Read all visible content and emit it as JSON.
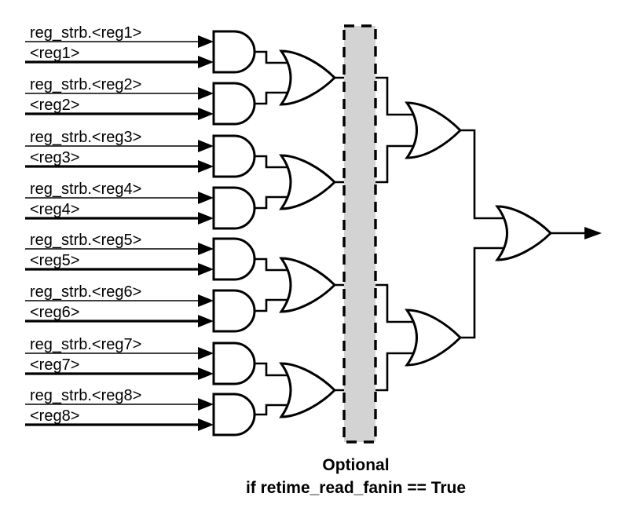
{
  "diagram": {
    "inputs": [
      {
        "strobe_label": "reg_strb.<reg1>",
        "value_label": "<reg1>"
      },
      {
        "strobe_label": "reg_strb.<reg2>",
        "value_label": "<reg2>"
      },
      {
        "strobe_label": "reg_strb.<reg3>",
        "value_label": "<reg3>"
      },
      {
        "strobe_label": "reg_strb.<reg4>",
        "value_label": "<reg4>"
      },
      {
        "strobe_label": "reg_strb.<reg5>",
        "value_label": "<reg5>"
      },
      {
        "strobe_label": "reg_strb.<reg6>",
        "value_label": "<reg6>"
      },
      {
        "strobe_label": "reg_strb.<reg7>",
        "value_label": "<reg7>"
      },
      {
        "strobe_label": "reg_strb.<reg8>",
        "value_label": "<reg8>"
      }
    ],
    "gates": {
      "and_count": 8,
      "or_stage1_count": 4,
      "or_stage2_count": 2,
      "final_or_count": 1
    },
    "optional_box": {
      "caption_line1": "Optional",
      "caption_line2": "if retime_read_fanin == True"
    },
    "colors": {
      "wire": "#000000",
      "gate_fill": "#ffffff",
      "optional_box_fill": "#d3d3d3",
      "background": "#ffffff"
    }
  }
}
